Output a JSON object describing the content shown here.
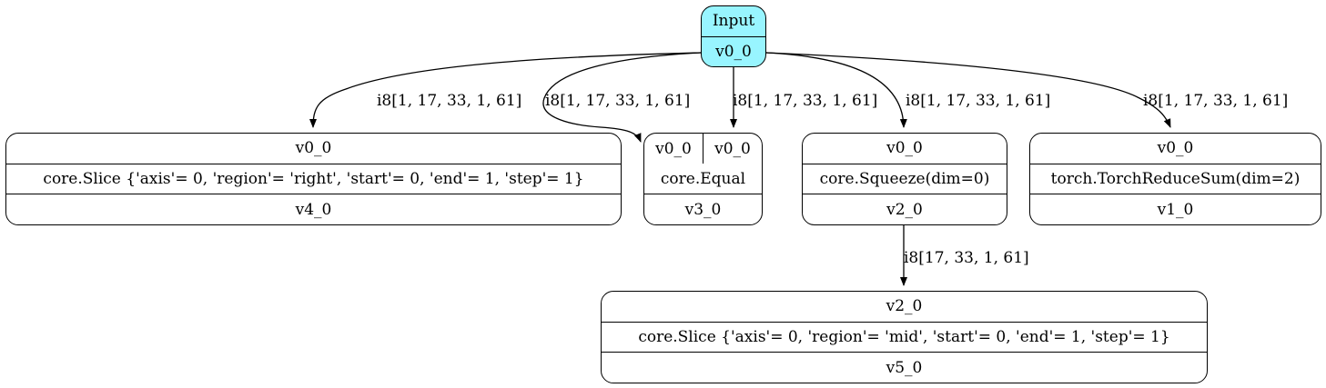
{
  "nodes": {
    "input": {
      "title": "Input",
      "output": "v0_0"
    },
    "slice_right": {
      "input": "v0_0",
      "op": "core.Slice {'axis'= 0, 'region'= 'right', 'start'= 0, 'end'= 1, 'step'= 1}",
      "output": "v4_0"
    },
    "equal": {
      "input_a": "v0_0",
      "input_b": "v0_0",
      "op": "core.Equal",
      "output": "v3_0"
    },
    "squeeze": {
      "input": "v0_0",
      "op": "core.Squeeze(dim=0)",
      "output": "v2_0"
    },
    "reduce_sum": {
      "input": "v0_0",
      "op": "torch.TorchReduceSum(dim=2)",
      "output": "v1_0"
    },
    "slice_mid": {
      "input": "v2_0",
      "op": "core.Slice {'axis'= 0, 'region'= 'mid', 'start'= 0, 'end'= 1, 'step'= 1}",
      "output": "v5_0"
    }
  },
  "edges": {
    "input_to_slice_right": "i8[1, 17, 33, 1, 61]",
    "input_to_equal_a": "i8[1, 17, 33, 1, 61]",
    "input_to_equal_b": "i8[1, 17, 33, 1, 61]",
    "input_to_squeeze": "i8[1, 17, 33, 1, 61]",
    "input_to_reduce_sum": "i8[1, 17, 33, 1, 61]",
    "squeeze_to_slice_mid": "i8[17, 33, 1, 61]"
  },
  "colors": {
    "input_fill": "#98f5ff",
    "stroke": "#000000",
    "background": "#ffffff"
  }
}
